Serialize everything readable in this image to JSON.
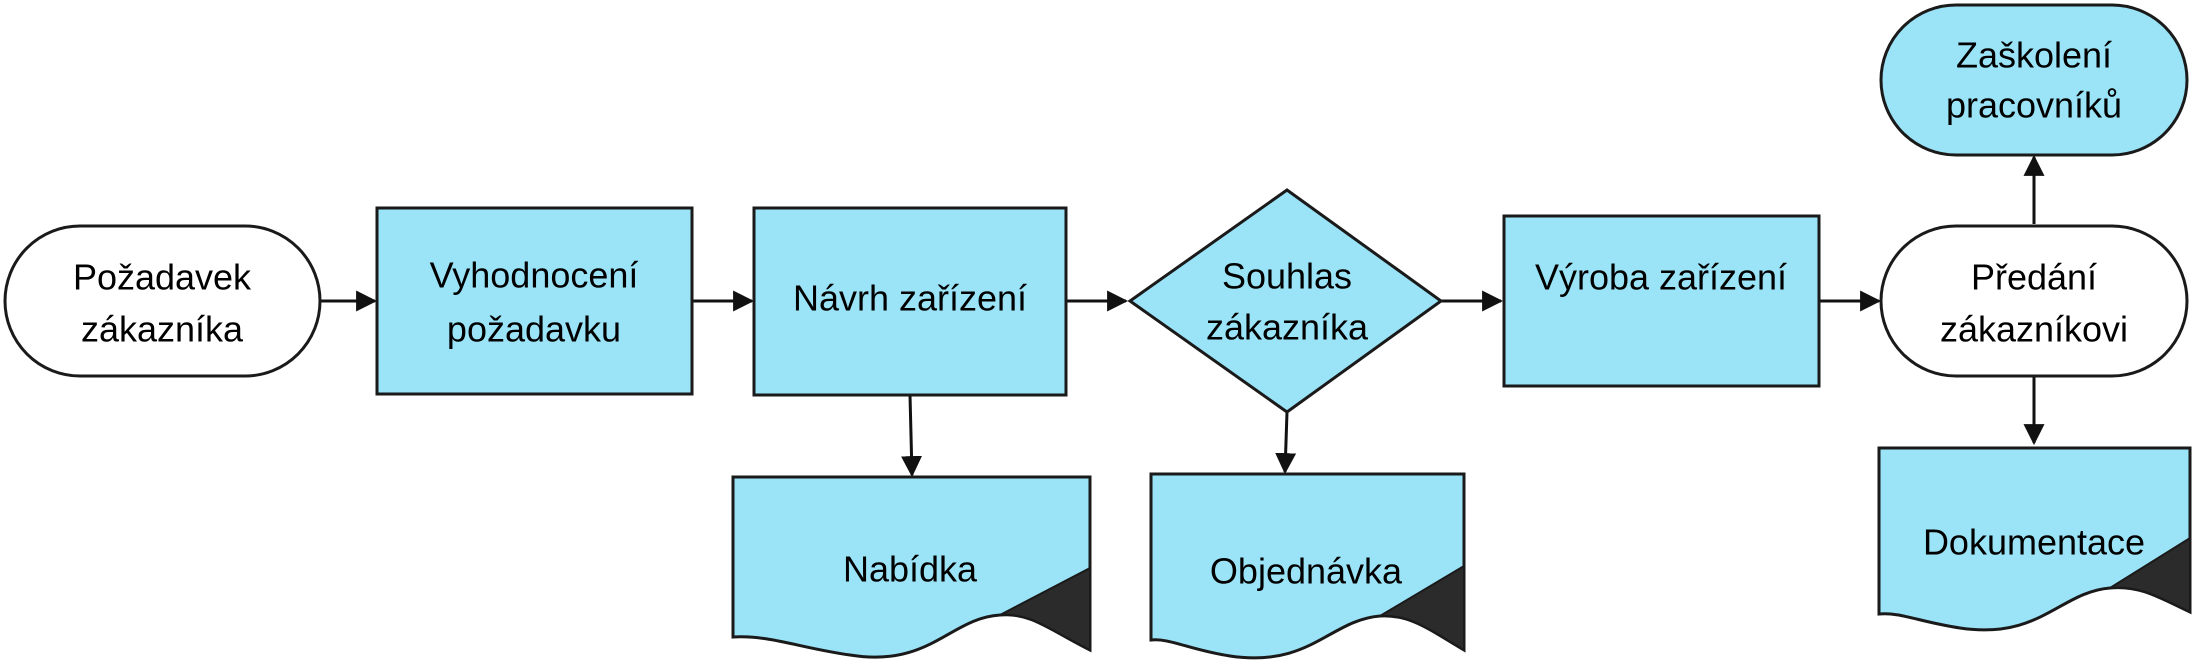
{
  "colors": {
    "process_fill": "#9be3f7",
    "terminal_fill": "#ffffff",
    "stroke": "#1a1a1a"
  },
  "nodes": {
    "pozadavek": {
      "lines": [
        "Požadavek",
        "zákazníka"
      ]
    },
    "vyhodnoceni": {
      "lines": [
        "Vyhodnocení",
        "požadavku"
      ]
    },
    "navrh": {
      "lines": [
        "Návrh zařízení"
      ]
    },
    "souhlas": {
      "lines": [
        "Souhlas",
        "zákazníka"
      ]
    },
    "vyroba": {
      "lines": [
        "Výroba zařízení"
      ]
    },
    "predani": {
      "lines": [
        "Předání",
        "zákazníkovi"
      ]
    },
    "zaskoleni": {
      "lines": [
        "Zaškolení",
        "pracovníků"
      ]
    },
    "nabidka": {
      "lines": [
        "Nabídka"
      ]
    },
    "objednavka": {
      "lines": [
        "Objednávka"
      ]
    },
    "dokumentace": {
      "lines": [
        "Dokumentace"
      ]
    }
  }
}
